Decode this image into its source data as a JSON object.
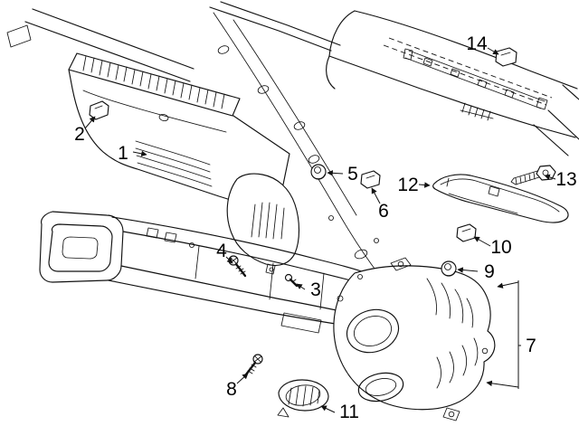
{
  "colors": {
    "background": "#ffffff",
    "ink": "#111111"
  },
  "figure": {
    "callouts": [
      {
        "label": "1"
      },
      {
        "label": "2"
      },
      {
        "label": "3"
      },
      {
        "label": "4"
      },
      {
        "label": "5"
      },
      {
        "label": "6"
      },
      {
        "label": "7"
      },
      {
        "label": "8"
      },
      {
        "label": "9"
      },
      {
        "label": "10"
      },
      {
        "label": "11"
      },
      {
        "label": "12"
      },
      {
        "label": "13"
      },
      {
        "label": "14"
      }
    ]
  }
}
